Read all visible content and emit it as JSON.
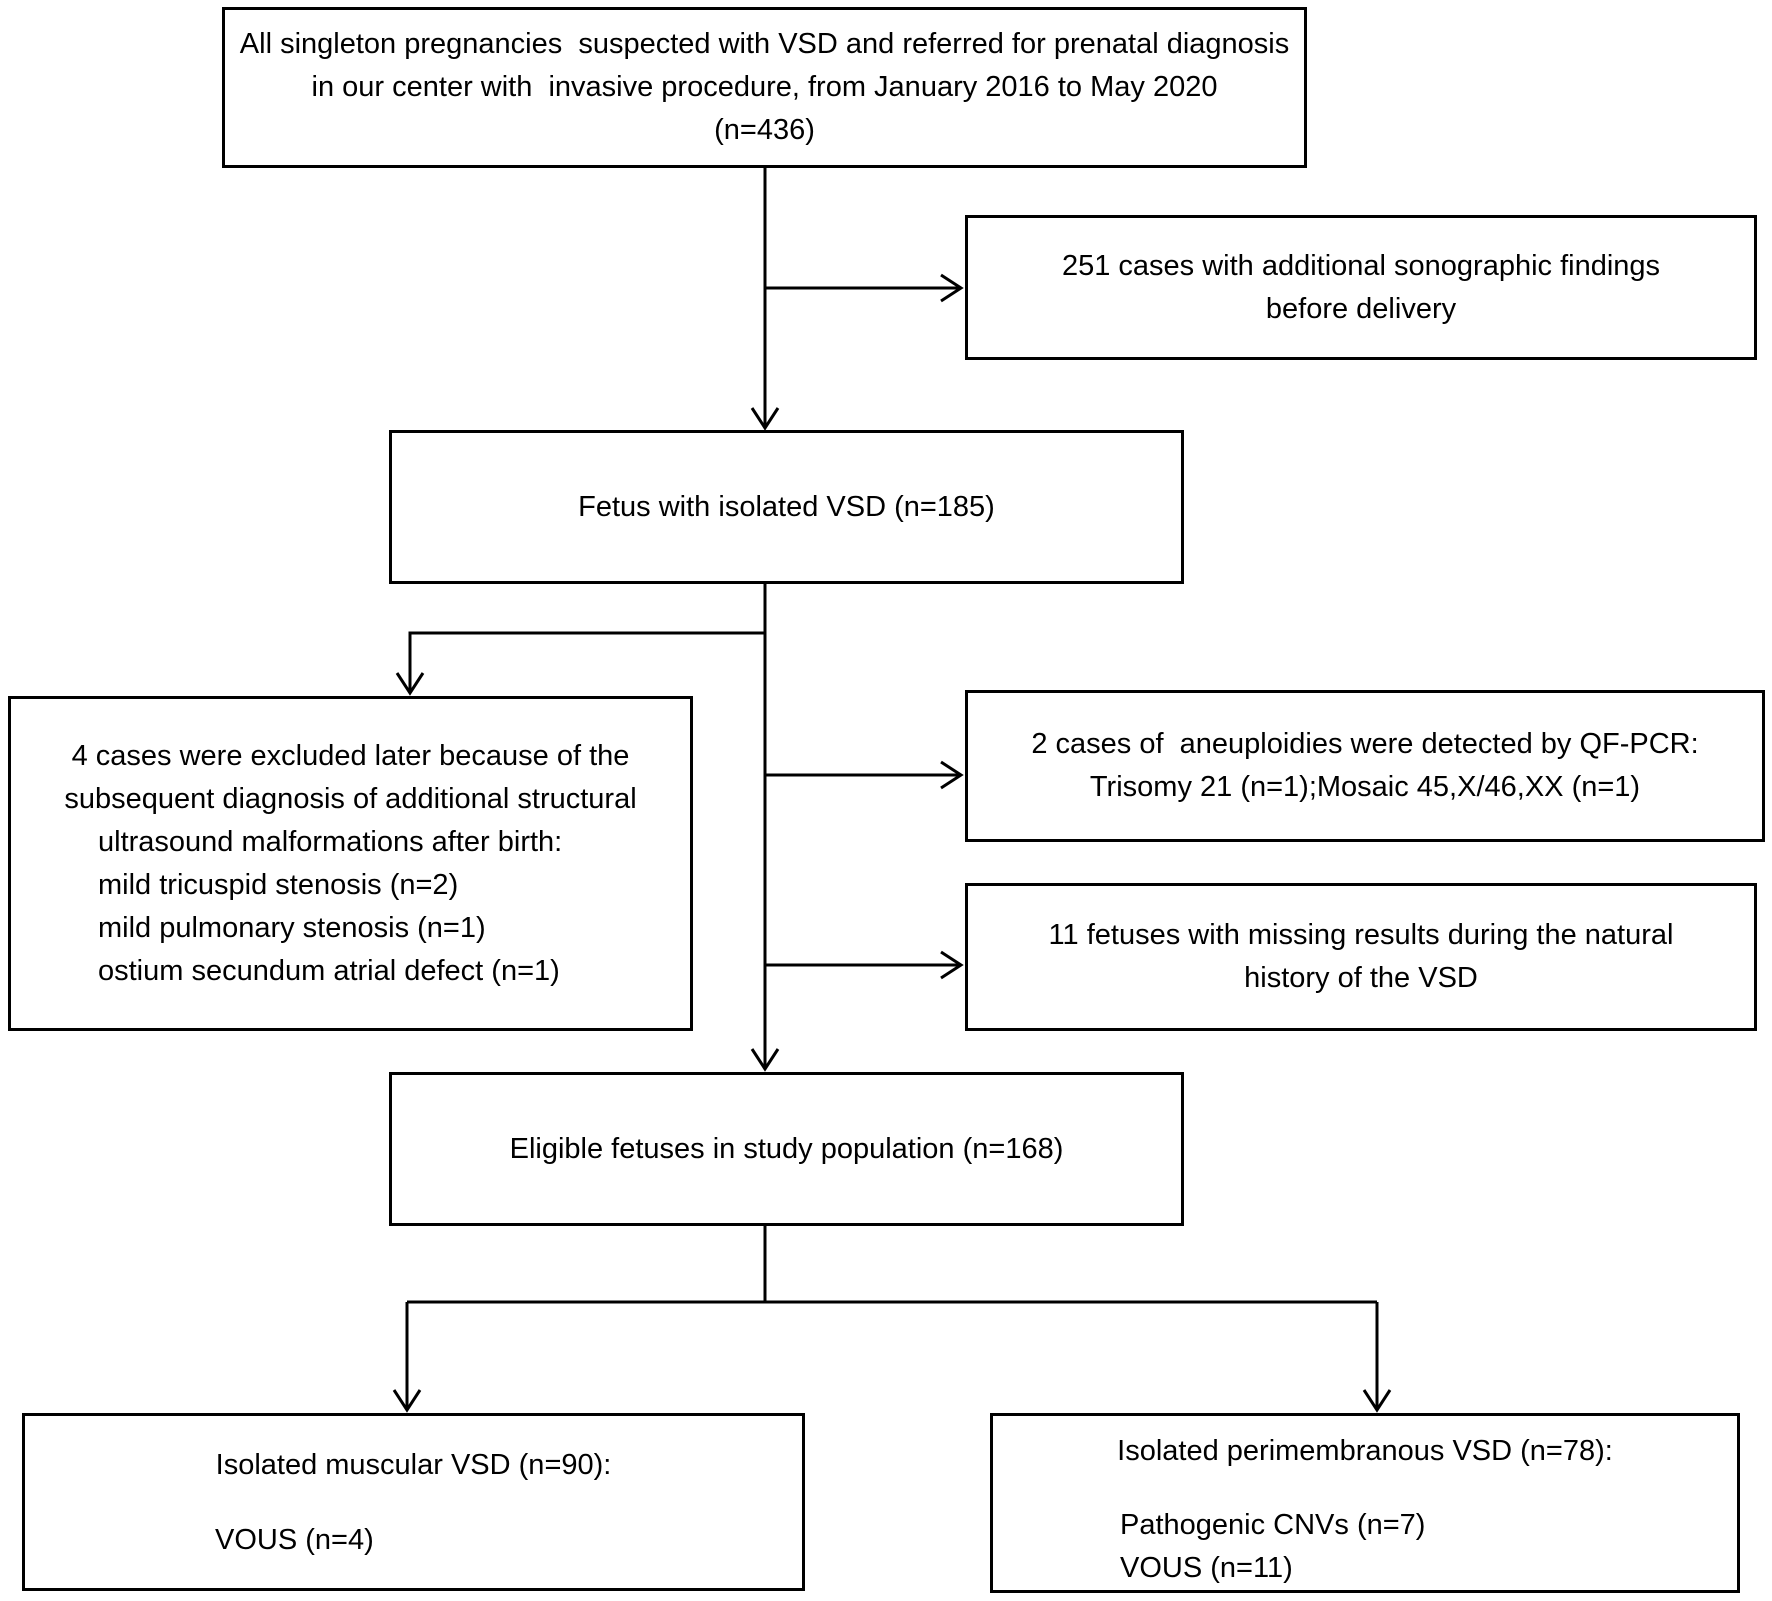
{
  "colors": {
    "background": "#ffffff",
    "line": "#000000",
    "text": "#000000"
  },
  "flowchart": {
    "top_box": {
      "lines": [
        "All singleton pregnancies  suspected with VSD and referred for prenatal diagnosis",
        "in our center with  invasive procedure, from January 2016 to May 2020",
        "(n=436)"
      ]
    },
    "sonographic_box": {
      "lines": [
        "251 cases with additional sonographic findings",
        "before delivery"
      ]
    },
    "isolated_vsd_box": {
      "label": "Fetus with isolated VSD (n=185)"
    },
    "excluded_box": {
      "centered_lines": [
        "4 cases were excluded later because of the",
        "subsequent diagnosis of additional structural"
      ],
      "list_lines": [
        "ultrasound malformations after birth:",
        "mild tricuspid stenosis (n=2)",
        "mild pulmonary stenosis (n=1)",
        "ostium secundum atrial defect (n=1)"
      ]
    },
    "aneuploidy_box": {
      "lines": [
        "2 cases of  aneuploidies were detected by QF-PCR:",
        "Trisomy 21 (n=1);Mosaic 45,X/46,XX (n=1)"
      ]
    },
    "missing_results_box": {
      "lines": [
        "11 fetuses with missing results during the natural",
        "history of the VSD"
      ]
    },
    "eligible_box": {
      "label": "Eligible fetuses in study population (n=168)"
    },
    "muscular_box": {
      "title": "Isolated muscular VSD (n=90):",
      "items": [
        "VOUS (n=4)"
      ]
    },
    "perimembranous_box": {
      "title": "Isolated perimembranous VSD (n=78):",
      "items": [
        "Pathogenic CNVs (n=7)",
        "VOUS (n=11)"
      ]
    }
  }
}
